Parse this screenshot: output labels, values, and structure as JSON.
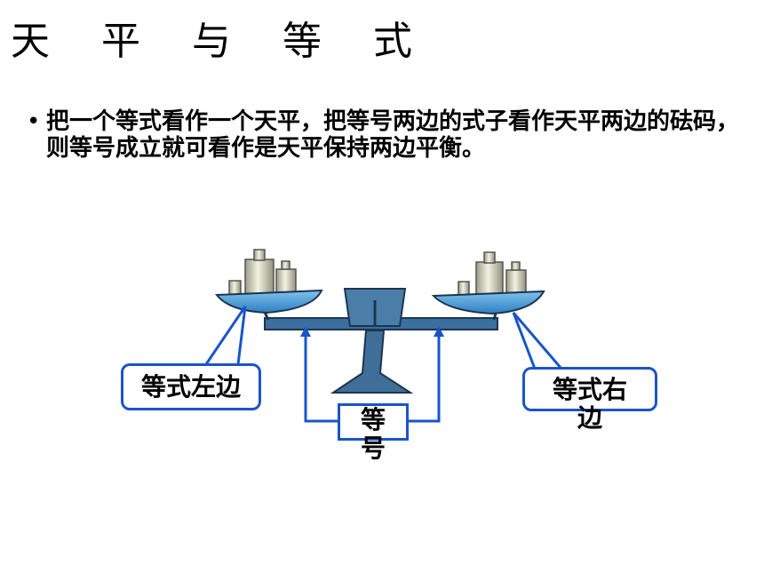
{
  "title": "天 平 与 等 式",
  "bullet": {
    "marker": "•",
    "text": "把一个等式看作一个天平，把等号两边的式子看作天平两边的砝码，则等号成立就可看作是天平保持两边平衡。"
  },
  "labels": {
    "left": "等式左边",
    "right": "等式右边",
    "middle": "等号"
  },
  "colors": {
    "callout_border": "#1a55c8",
    "pan": "#4a9bd6",
    "beam": "#3a6fa0",
    "weight": "#d8dbc0"
  }
}
